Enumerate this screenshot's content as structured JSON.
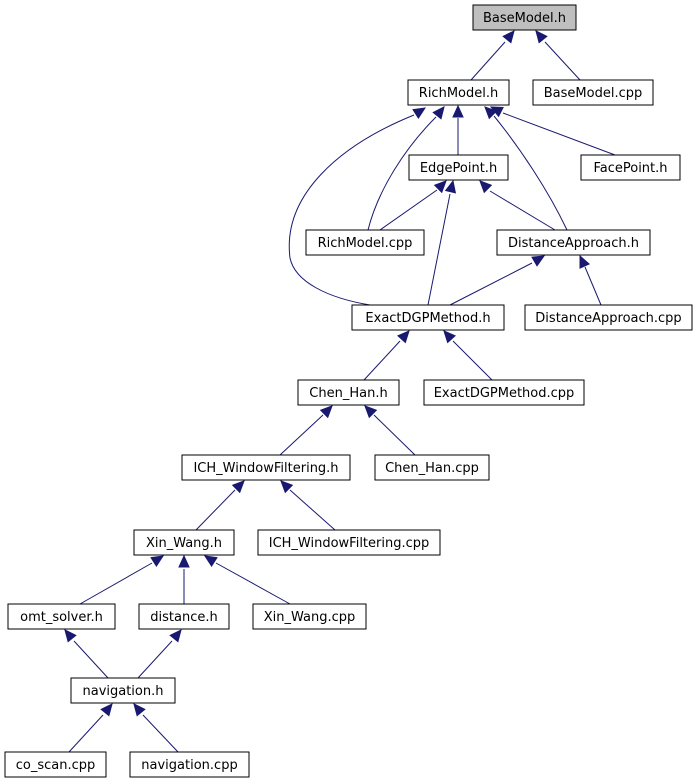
{
  "graph": {
    "colors": {
      "edge": "#191970",
      "root_fill": "#bfbfbf",
      "node_fill": "#ffffff",
      "border": "#000000"
    },
    "nodes": {
      "BaseModel_h": "BaseModel.h",
      "RichModel_h": "RichModel.h",
      "BaseModel_cpp": "BaseModel.cpp",
      "EdgePoint_h": "EdgePoint.h",
      "FacePoint_h": "FacePoint.h",
      "RichModel_cpp": "RichModel.cpp",
      "DistanceApproach_h": "DistanceApproach.h",
      "ExactDGPMethod_h": "ExactDGPMethod.h",
      "DistanceApproach_cpp": "DistanceApproach.cpp",
      "Chen_Han_h": "Chen_Han.h",
      "ExactDGPMethod_cpp": "ExactDGPMethod.cpp",
      "ICH_WindowFiltering_h": "ICH_WindowFiltering.h",
      "Chen_Han_cpp": "Chen_Han.cpp",
      "Xin_Wang_h": "Xin_Wang.h",
      "ICH_WindowFiltering_cpp": "ICH_WindowFiltering.cpp",
      "omt_solver_h": "omt_solver.h",
      "distance_h": "distance.h",
      "Xin_Wang_cpp": "Xin_Wang.cpp",
      "navigation_h": "navigation.h",
      "co_scan_cpp": "co_scan.cpp",
      "navigation_cpp": "navigation.cpp"
    },
    "edges": [
      [
        "RichModel_h",
        "BaseModel_h"
      ],
      [
        "BaseModel_cpp",
        "BaseModel_h"
      ],
      [
        "EdgePoint_h",
        "RichModel_h"
      ],
      [
        "FacePoint_h",
        "RichModel_h"
      ],
      [
        "RichModel_cpp",
        "RichModel_h"
      ],
      [
        "DistanceApproach_h",
        "RichModel_h"
      ],
      [
        "ExactDGPMethod_h",
        "RichModel_h"
      ],
      [
        "RichModel_cpp",
        "EdgePoint_h"
      ],
      [
        "DistanceApproach_h",
        "EdgePoint_h"
      ],
      [
        "ExactDGPMethod_h",
        "EdgePoint_h"
      ],
      [
        "ExactDGPMethod_h",
        "DistanceApproach_h"
      ],
      [
        "DistanceApproach_cpp",
        "DistanceApproach_h"
      ],
      [
        "Chen_Han_h",
        "ExactDGPMethod_h"
      ],
      [
        "ExactDGPMethod_cpp",
        "ExactDGPMethod_h"
      ],
      [
        "ICH_WindowFiltering_h",
        "Chen_Han_h"
      ],
      [
        "Chen_Han_cpp",
        "Chen_Han_h"
      ],
      [
        "Xin_Wang_h",
        "ICH_WindowFiltering_h"
      ],
      [
        "ICH_WindowFiltering_cpp",
        "ICH_WindowFiltering_h"
      ],
      [
        "omt_solver_h",
        "Xin_Wang_h"
      ],
      [
        "distance_h",
        "Xin_Wang_h"
      ],
      [
        "Xin_Wang_cpp",
        "Xin_Wang_h"
      ],
      [
        "navigation_h",
        "omt_solver_h"
      ],
      [
        "navigation_h",
        "distance_h"
      ],
      [
        "co_scan_cpp",
        "navigation_h"
      ],
      [
        "navigation_cpp",
        "navigation_h"
      ]
    ]
  }
}
